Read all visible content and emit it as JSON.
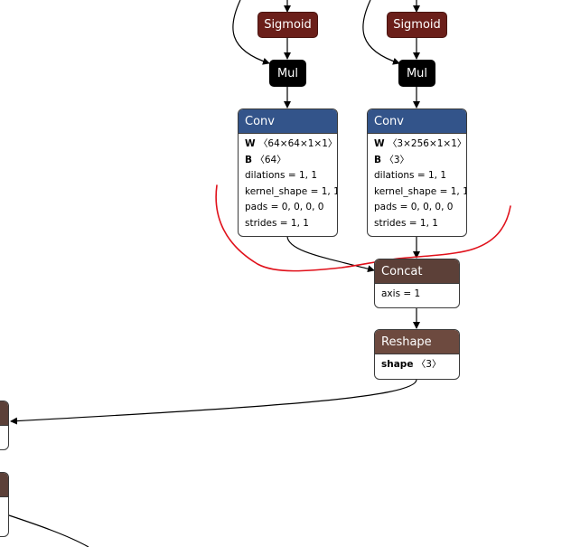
{
  "graph": {
    "sigmoid_left": {
      "label": "Sigmoid"
    },
    "sigmoid_right": {
      "label": "Sigmoid"
    },
    "mul_left": {
      "label": "Mul"
    },
    "mul_right": {
      "label": "Mul"
    },
    "conv_left": {
      "title": "Conv",
      "w_name": "W",
      "w_value": "〈64×64×1×1〉",
      "b_name": "B",
      "b_value": "〈64〉",
      "attrs": [
        "dilations = 1, 1",
        "kernel_shape = 1, 1",
        "pads = 0, 0, 0, 0",
        "strides = 1, 1"
      ]
    },
    "conv_right": {
      "title": "Conv",
      "w_name": "W",
      "w_value": "〈3×256×1×1〉",
      "b_name": "B",
      "b_value": "〈3〉",
      "attrs": [
        "dilations = 1, 1",
        "kernel_shape = 1, 1",
        "pads = 0, 0, 0, 0",
        "strides = 1, 1"
      ]
    },
    "concat": {
      "title": "Concat",
      "attr": "axis = 1"
    },
    "reshape": {
      "title": "Reshape",
      "shape_name": "shape",
      "shape_value": "〈3〉"
    }
  },
  "colors": {
    "conv_header": "#33548a",
    "concat_header": "#5c4038",
    "reshape_header": "#6d4a3f",
    "sigmoid": "#6b1f1a",
    "mul": "#000000",
    "annotation_stroke": "#e0101a"
  }
}
